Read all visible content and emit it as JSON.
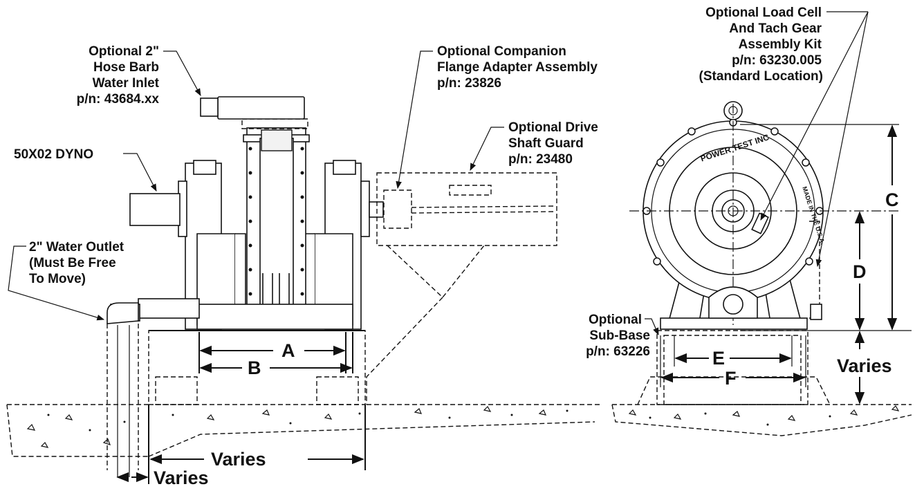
{
  "labels": {
    "hose_barb": [
      "Optional 2\"",
      "Hose Barb",
      "Water Inlet",
      "p/n: 43684.xx"
    ],
    "dyno": "50X02 DYNO",
    "water_outlet": [
      "2\" Water Outlet",
      "(Must Be Free",
      "To Move)"
    ],
    "companion_flange": [
      "Optional Companion",
      "Flange Adapter Assembly",
      "p/n: 23826"
    ],
    "drive_shaft_guard": [
      "Optional Drive",
      "Shaft Guard",
      "p/n: 23480"
    ],
    "load_cell": [
      "Optional Load Cell",
      "And Tach Gear",
      "Assembly Kit",
      "p/n: 63230.005",
      "(Standard Location)"
    ],
    "sub_base": [
      "Optional",
      "Sub-Base",
      "p/n: 63226"
    ],
    "nameplate_top": "POWER TEST INC",
    "nameplate_side": "MADE IN THE U.S.A."
  },
  "dimensions": {
    "A": "A",
    "B": "B",
    "C": "C",
    "D": "D",
    "E": "E",
    "F": "F",
    "varies_base": "Varies",
    "varies_outlet": "Varies",
    "varies_right": "Varies"
  }
}
